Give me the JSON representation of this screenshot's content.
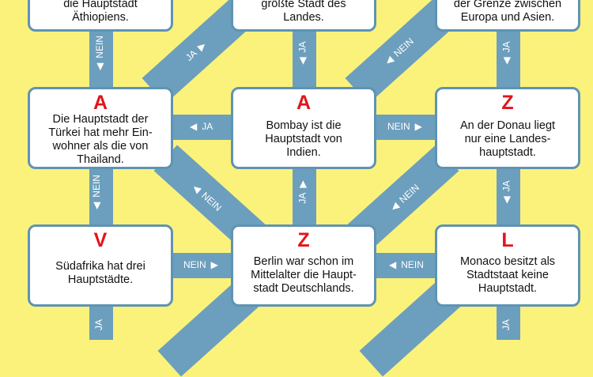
{
  "colors": {
    "background": "#fbf27c",
    "connector": "#6c9fbd",
    "letter": "#e3141b"
  },
  "top_row": [
    {
      "lines": [
        "die Hauptstadt",
        "Äthiopiens."
      ]
    },
    {
      "lines": [
        "größte Stadt des",
        "Landes."
      ]
    },
    {
      "lines": [
        "der Grenze zwischen",
        "Europa und Asien."
      ]
    }
  ],
  "middle_row": [
    {
      "letter": "A",
      "lines": [
        "Die Hauptstadt der",
        "Türkei hat mehr Ein-",
        "wohner als die von",
        "Thailand."
      ]
    },
    {
      "letter": "A",
      "lines": [
        "Bombay ist die",
        "Hauptstadt von",
        "Indien."
      ]
    },
    {
      "letter": "Z",
      "lines": [
        "An der Donau liegt",
        "nur eine Landes-",
        "hauptstadt."
      ]
    }
  ],
  "bottom_row": [
    {
      "letter": "V",
      "lines": [
        "Südafrika hat drei",
        "Hauptstädte."
      ]
    },
    {
      "letter": "Z",
      "lines": [
        "Berlin war schon im",
        "Mittelalter die Haupt-",
        "stadt Deutschlands."
      ]
    },
    {
      "letter": "L",
      "lines": [
        "Monaco besitzt als",
        "Stadtstaat keine",
        "Hauptstadt."
      ]
    }
  ],
  "connectors": {
    "v_top_left": "NEIN",
    "v_top_mid": "JA",
    "v_top_right": "JA",
    "d_top_left": "JA",
    "d_top_right": "NEIN",
    "h_mid_left": "JA",
    "h_mid_right": "NEIN",
    "v_mid_left": "NEIN",
    "v_mid_mid": "JA",
    "v_mid_right": "JA",
    "d_mid_left": "NEIN",
    "d_mid_right": "NEIN",
    "h_bot_left": "NEIN",
    "h_bot_right": "NEIN",
    "v_bot_left": "JA",
    "v_bot_right": "JA"
  }
}
